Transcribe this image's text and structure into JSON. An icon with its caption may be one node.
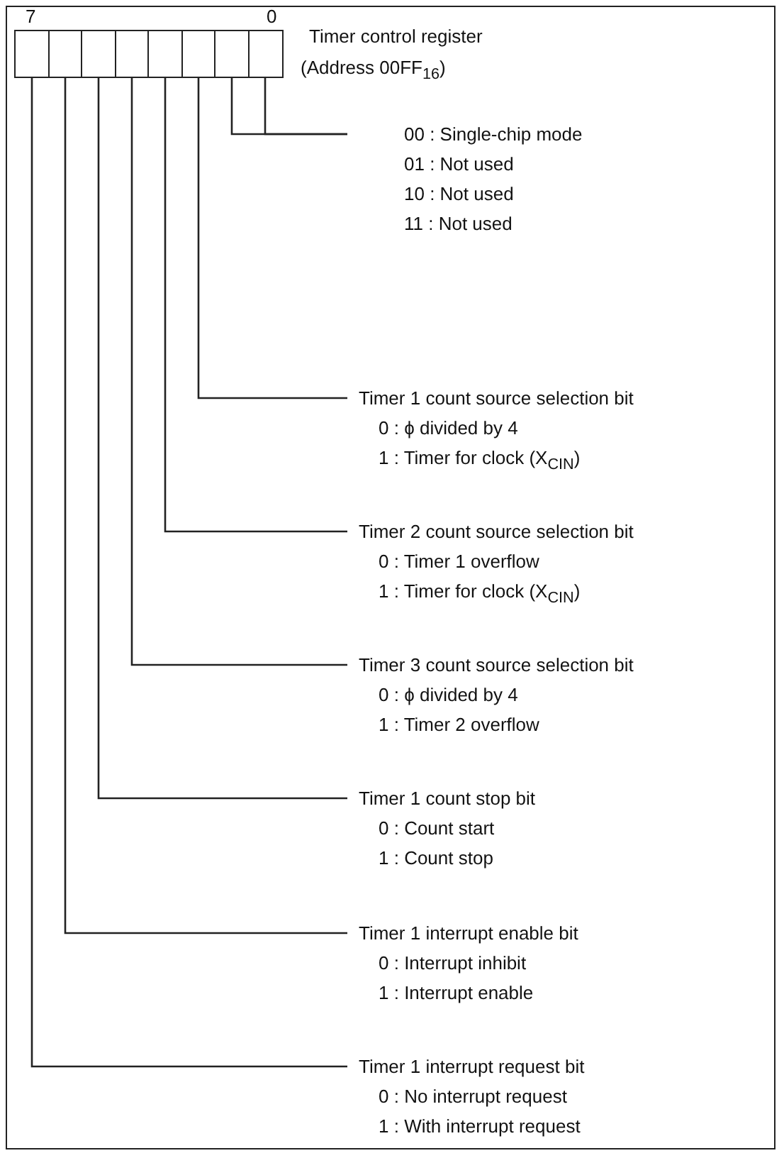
{
  "diagram": {
    "nodes": [
      {
        "text": [],
        "shape": "box"
      },
      {
        "text": [],
        "shape": "box"
      },
      {
        "text": [],
        "shape": "box"
      },
      {
        "text": [],
        "shape": "box"
      },
      {
        "text": [],
        "shape": "box"
      },
      {
        "text": [],
        "shape": "box"
      },
      {
        "text": [],
        "shape": "box"
      },
      {
        "text": [],
        "shape": "box"
      },
      {
        "text": [
          "00 : Single-chip mode",
          "01 : Not used",
          "10 : Not used",
          "11 : Not used"
        ]
      },
      {
        "text": [
          "Timer 1 count source selection bit",
          "0 : ϕ divided by 4",
          "1 : Timer for clock (X$_{CIN}$)"
        ]
      },
      {
        "text": [
          "Timer 2 count source selection bit",
          "0 : Timer 1 overflow",
          "1 : Timer for clock (X$_{CIN}$)"
        ]
      },
      {
        "text": [
          "Timer 3 count source selection bit",
          "0 : ϕ divided by 4",
          "1 : Timer 2 overflow"
        ]
      },
      {
        "text": [
          "Timer 1 count stop bit",
          "0 : Count start",
          "1 : Count stop"
        ]
      },
      {
        "text": [
          "Timer 1 interrupt enable bit",
          "0 : Interrupt inhibit",
          "1 : Interrupt enable"
        ]
      },
      {
        "text": [
          "Timer 1 interrupt request bit",
          "0 : No interrupt request",
          "1 : With interrupt request"
        ]
      }
    ],
    "edges": [
      {
        "from": 7,
        "to": 8,
        "arrow": "none"
      },
      {
        "from": 6,
        "to": 8,
        "arrow": "none"
      },
      {
        "from": 5,
        "to": 9,
        "arrow": "none"
      },
      {
        "from": 4,
        "to": 10,
        "arrow": "none"
      },
      {
        "from": 3,
        "to": 11,
        "arrow": "none"
      },
      {
        "from": 2,
        "to": 12,
        "arrow": "none"
      },
      {
        "from": 1,
        "to": 13,
        "arrow": "none"
      },
      {
        "from": 0,
        "to": 14,
        "arrow": "none"
      }
    ],
    "labels": [
      "7",
      "0",
      "Timer control register",
      "(Address 00FF$_{16}$)"
    ]
  }
}
